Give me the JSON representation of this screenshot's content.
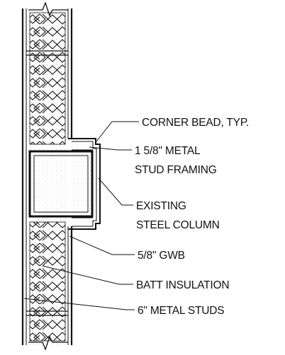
{
  "drawing": {
    "labels": [
      {
        "id": "corner_bead",
        "text": "CORNER BEAD, TYP."
      },
      {
        "id": "stud_framing_1",
        "text": "1 5/8\" METAL"
      },
      {
        "id": "stud_framing_2",
        "text": "STUD FRAMING"
      },
      {
        "id": "existing_column_1",
        "text": "EXISTING"
      },
      {
        "id": "existing_column_2",
        "text": "STEEL COLUMN"
      },
      {
        "id": "gwb",
        "text": "5/8\" GWB"
      },
      {
        "id": "batt",
        "text": "BATT INSULATION"
      },
      {
        "id": "metal_studs",
        "text": "6\" METAL STUDS"
      }
    ]
  },
  "colors": {
    "ink": "#111111",
    "paper": "#ffffff"
  }
}
